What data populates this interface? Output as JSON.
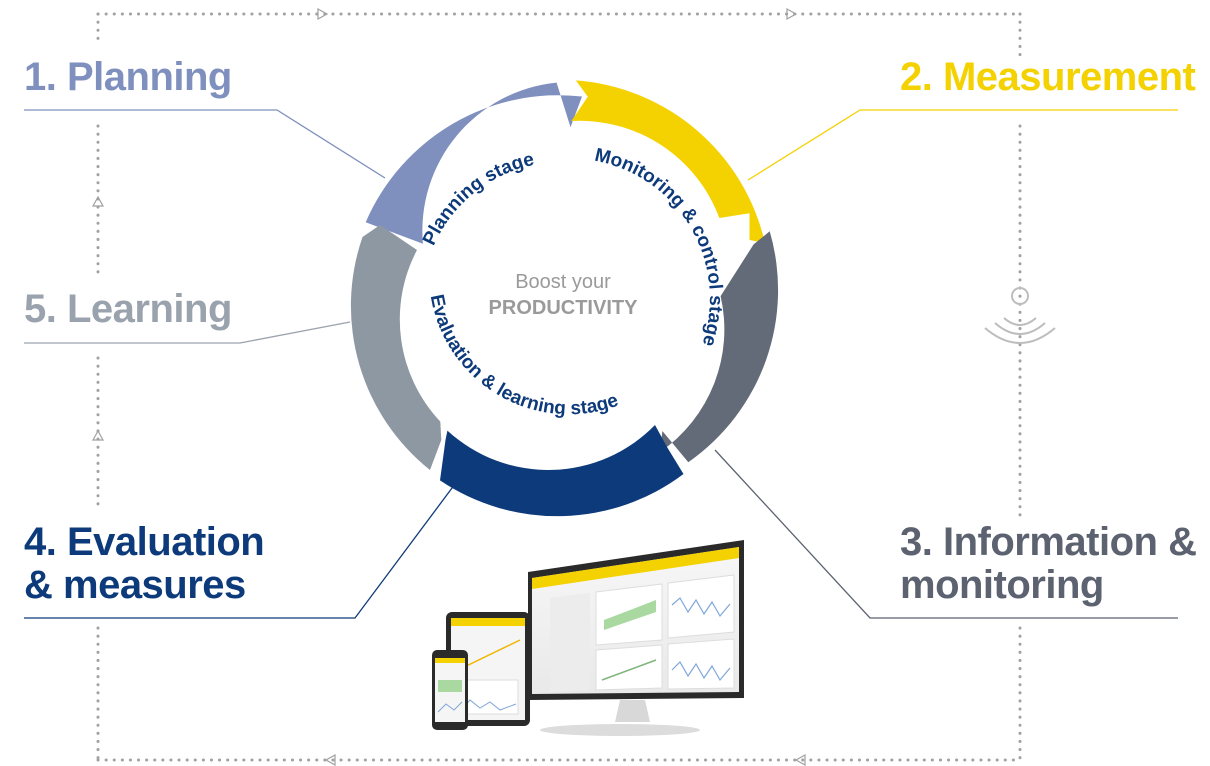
{
  "steps": {
    "planning": "1. Planning",
    "measurement": "2. Measurement",
    "information_line1": "3. Information &",
    "information_line2": "monitoring",
    "evaluation_line1": "4. Evaluation",
    "evaluation_line2": "& measures",
    "learning": "5. Learning"
  },
  "stages": {
    "planning": "Planning stage",
    "monitoring": "Monitoring & control stage",
    "evaluation": "Evaluation & learning stage"
  },
  "center": {
    "line1": "Boost your",
    "line2": "PRODUCTIVITY"
  },
  "colors": {
    "planning": "#7f90bf",
    "measurement": "#f4d100",
    "information": "#646b78",
    "evaluation": "#0d3a7a",
    "learning": "#8e98a3",
    "stage_text": "#0d3a7a",
    "frame": "#9a9a9a"
  },
  "icons": {
    "side_icon": "wireless-signal-icon",
    "devices": "devices-illustration"
  }
}
